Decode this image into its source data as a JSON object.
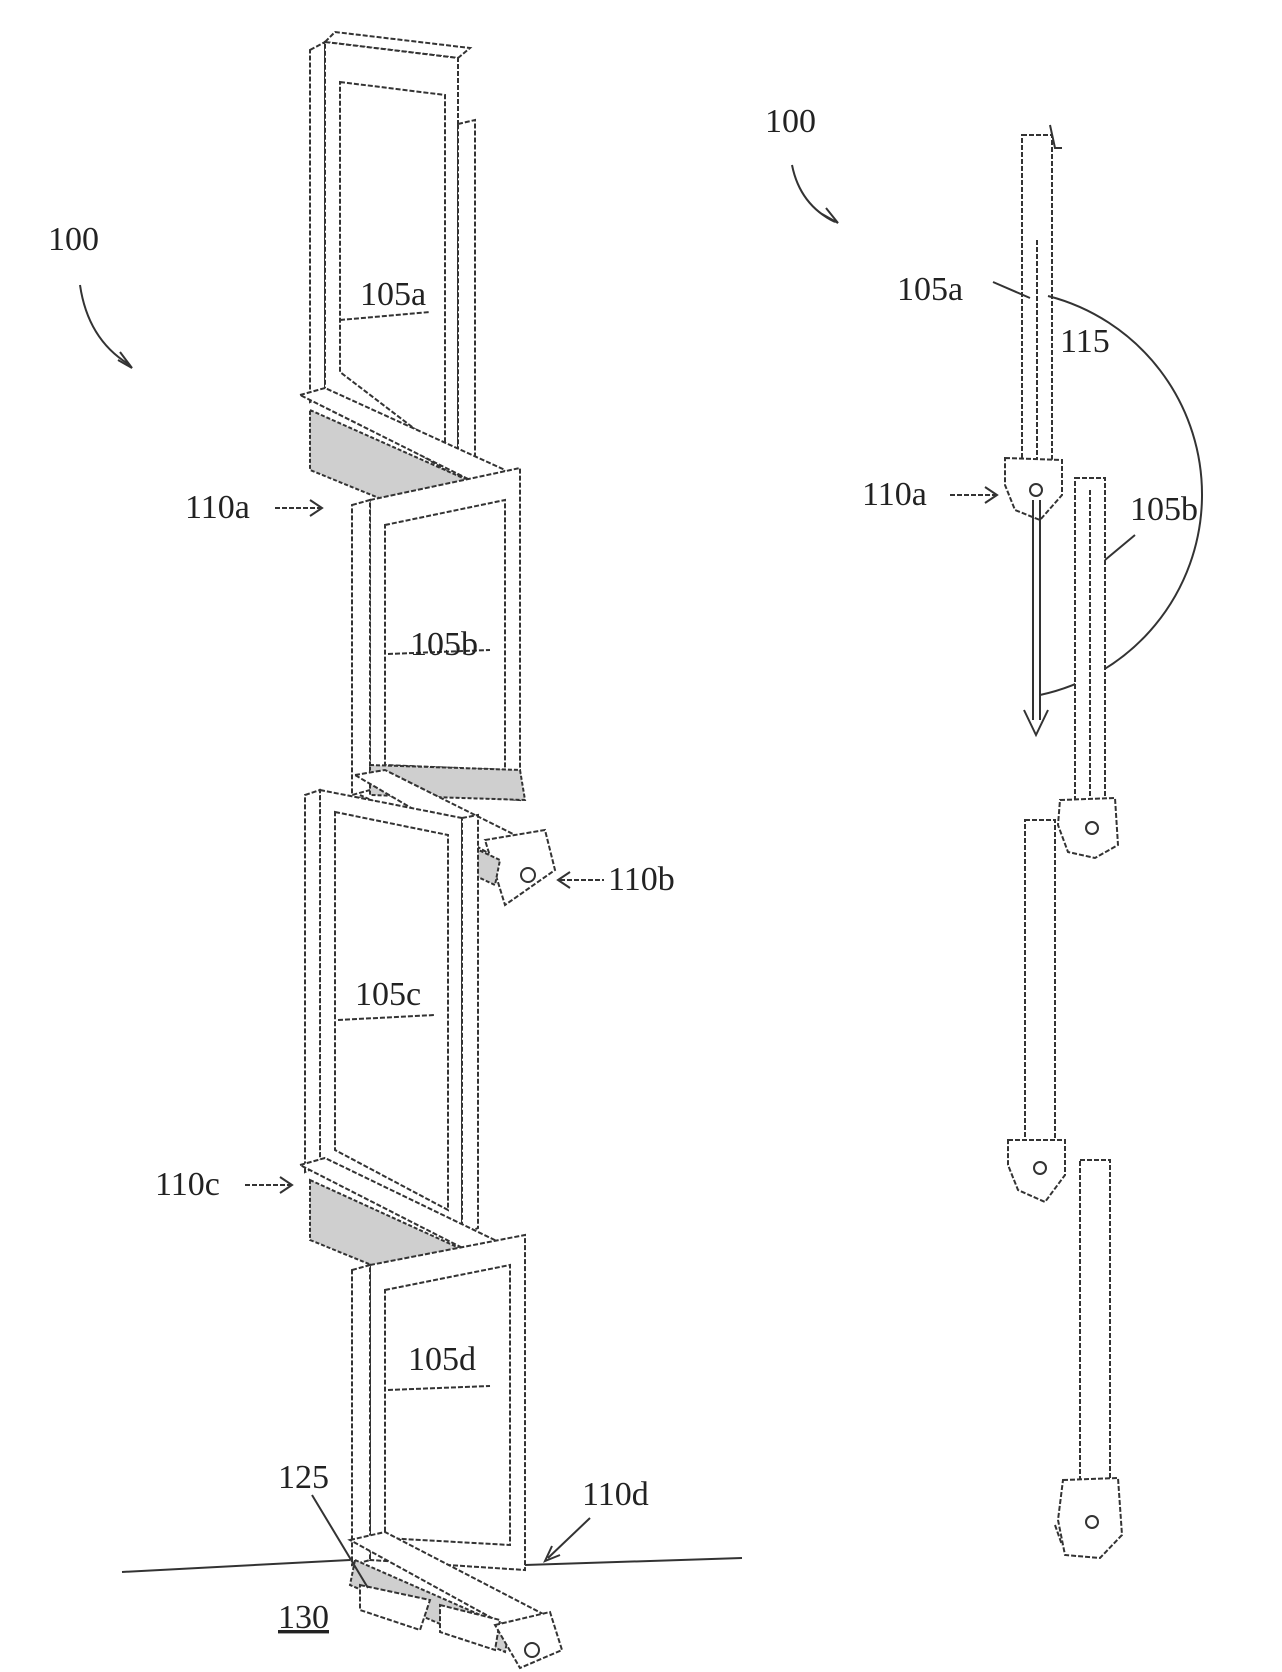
{
  "labels": {
    "left_ref": "100",
    "right_ref": "100",
    "panel_a_left": "105a",
    "panel_b_left": "105b",
    "panel_c_left": "105c",
    "panel_d_left": "105d",
    "hinge_a_left": "110a",
    "hinge_b_left": "110b",
    "hinge_c_left": "110c",
    "hinge_d_left": "110d",
    "base_part": "125",
    "ground": "130",
    "panel_a_right": "105a",
    "panel_b_right": "105b",
    "rotation": "115",
    "hinge_a_right": "110a"
  }
}
